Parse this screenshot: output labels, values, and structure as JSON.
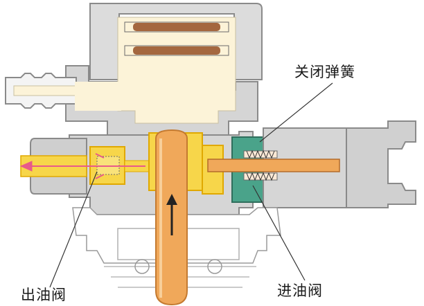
{
  "labels": {
    "closing_spring": "关闭弹簧",
    "outlet_valve": "出油阀",
    "inlet_valve": "进油阀"
  },
  "colors": {
    "housing_outline": "#8a8a8a",
    "housing_fill": "#d9d9d9",
    "chamber_fill": "#fcf3d8",
    "fuel_yellow": "#f7d64a",
    "fuel_outline": "#e0a800",
    "plunger_orange": "#f0a85a",
    "green_seat": "#4aa38a",
    "spring_brown": "#a4673f",
    "arrow_red": "#e85a8a",
    "arrow_dark": "#222222",
    "leader_line": "#333333"
  }
}
